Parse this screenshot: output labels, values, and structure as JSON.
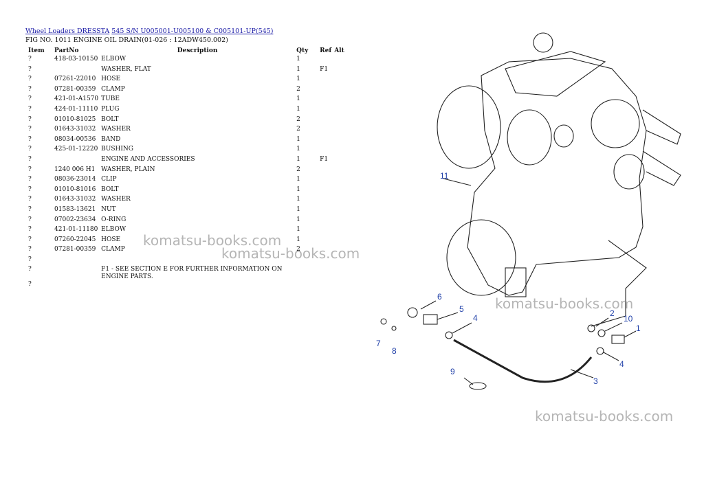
{
  "breadcrumb": {
    "part1": "Wheel Loaders DRESSTA",
    "part2": "545 S/N U005001-U005100 & C005101-UP(545)"
  },
  "figure_title": "FIG NO. 1011 ENGINE OIL DRAIN(01-026 : 12ADW450.002)",
  "table": {
    "headers": {
      "item": "Item",
      "partno": "PartNo",
      "desc": "Description",
      "qty": "Qty",
      "ref": "Ref",
      "alt": "Alt"
    },
    "rows": [
      {
        "item": "?",
        "partno": "418-03-10150",
        "desc": "ELBOW",
        "qty": "1",
        "ref": ""
      },
      {
        "item": "?",
        "partno": "",
        "desc": "WASHER, FLAT",
        "qty": "1",
        "ref": "F1"
      },
      {
        "item": "?",
        "partno": "07261-22010",
        "desc": "HOSE",
        "qty": "1",
        "ref": ""
      },
      {
        "item": "?",
        "partno": "07281-00359",
        "desc": "CLAMP",
        "qty": "2",
        "ref": ""
      },
      {
        "item": "?",
        "partno": "421-01-A1570",
        "desc": "TUBE",
        "qty": "1",
        "ref": ""
      },
      {
        "item": "?",
        "partno": "424-01-11110",
        "desc": "PLUG",
        "qty": "1",
        "ref": ""
      },
      {
        "item": "?",
        "partno": "01010-81025",
        "desc": "BOLT",
        "qty": "2",
        "ref": ""
      },
      {
        "item": "?",
        "partno": "01643-31032",
        "desc": "WASHER",
        "qty": "2",
        "ref": ""
      },
      {
        "item": "?",
        "partno": "08034-00536",
        "desc": "BAND",
        "qty": "1",
        "ref": ""
      },
      {
        "item": "?",
        "partno": "425-01-12220",
        "desc": "BUSHING",
        "qty": "1",
        "ref": ""
      },
      {
        "item": "?",
        "partno": "",
        "desc": "ENGINE AND ACCESSORIES",
        "qty": "1",
        "ref": "F1"
      },
      {
        "item": "?",
        "partno": "1240 006 H1",
        "desc": "WASHER, PLAIN",
        "qty": "2",
        "ref": ""
      },
      {
        "item": "?",
        "partno": "08036-23014",
        "desc": "CLIP",
        "qty": "1",
        "ref": ""
      },
      {
        "item": "?",
        "partno": "01010-81016",
        "desc": "BOLT",
        "qty": "1",
        "ref": ""
      },
      {
        "item": "?",
        "partno": "01643-31032",
        "desc": "WASHER",
        "qty": "1",
        "ref": ""
      },
      {
        "item": "?",
        "partno": "01583-13621",
        "desc": "NUT",
        "qty": "1",
        "ref": ""
      },
      {
        "item": "?",
        "partno": "07002-23634",
        "desc": "O-RING",
        "qty": "1",
        "ref": ""
      },
      {
        "item": "?",
        "partno": "421-01-11180",
        "desc": "ELBOW",
        "qty": "1",
        "ref": ""
      },
      {
        "item": "?",
        "partno": "07260-22045",
        "desc": "HOSE",
        "qty": "1",
        "ref": ""
      },
      {
        "item": "?",
        "partno": "07281-00359",
        "desc": "CLAMP",
        "qty": "2",
        "ref": ""
      },
      {
        "item": "?",
        "partno": "",
        "desc": "",
        "qty": "",
        "ref": ""
      },
      {
        "item": "?",
        "partno": "",
        "desc": "F1 - SEE SECTION E FOR FURTHER INFORMATION ON ENGINE PARTS.",
        "qty": "",
        "ref": ""
      },
      {
        "item": "?",
        "partno": "",
        "desc": "",
        "qty": "",
        "ref": ""
      }
    ]
  },
  "watermark": "komatsu-books.com",
  "callouts": [
    "11",
    "6",
    "5",
    "4",
    "2",
    "10",
    "1",
    "7",
    "8",
    "4",
    "9",
    "3"
  ]
}
